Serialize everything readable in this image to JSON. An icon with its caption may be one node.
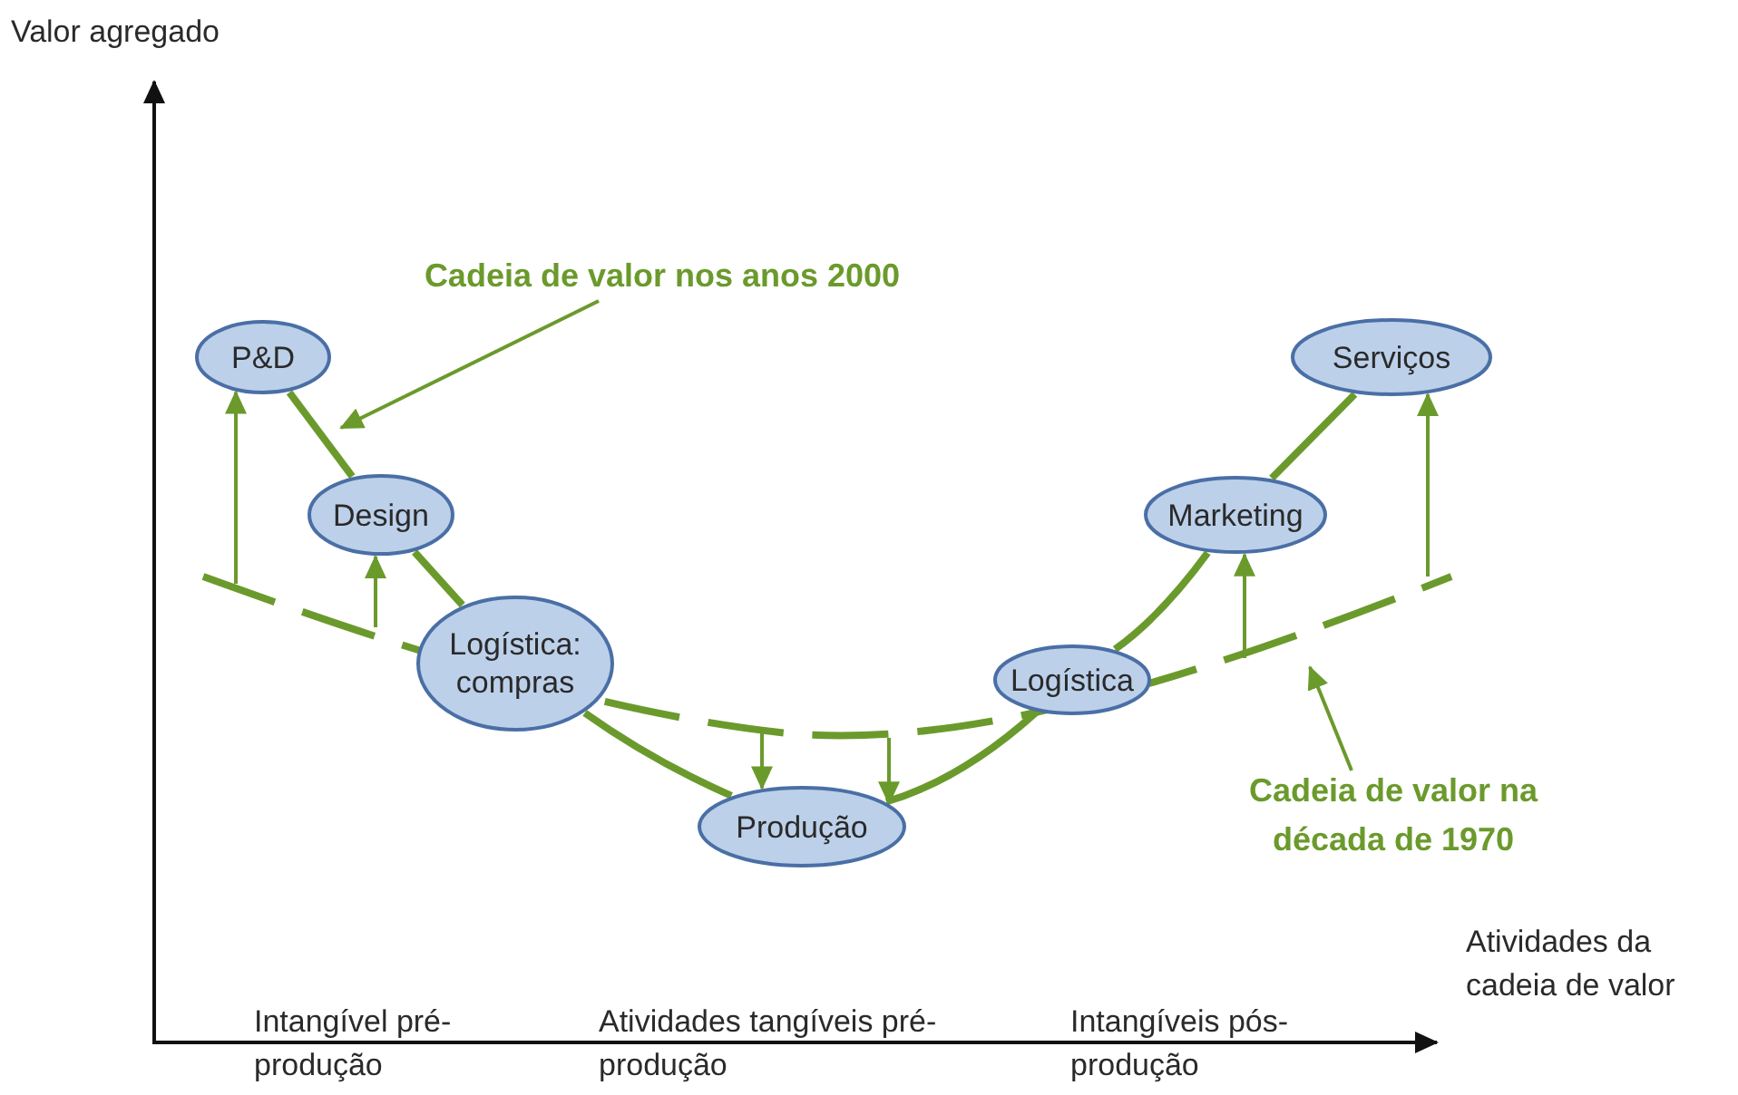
{
  "diagram": {
    "nodes": [
      {
        "text": [
          "Cadeia de valor nos anos 2000"
        ]
      },
      {
        "text": [
          "P&D"
        ]
      },
      {
        "text": [
          "Serviços"
        ]
      },
      {
        "text": [
          "Design"
        ]
      },
      {
        "text": [
          "Marketing"
        ]
      },
      {
        "text": [
          "Logística: compras"
        ]
      },
      {
        "text": [
          "Logística"
        ]
      },
      {
        "text": [
          "Cadeia de valor na década de 1970"
        ]
      },
      {
        "text": [
          "Produção"
        ]
      }
    ],
    "edges": [
      {
        "from": 1,
        "to": 3,
        "arrow": "none",
        "style": "thick"
      },
      {
        "from": 3,
        "to": 5,
        "arrow": "none",
        "style": "thick"
      },
      {
        "from": 5,
        "to": 8,
        "arrow": "none",
        "style": "thick"
      },
      {
        "from": 8,
        "to": 6,
        "arrow": "none",
        "style": "thick"
      },
      {
        "from": 6,
        "to": 4,
        "arrow": "none",
        "style": "thick"
      },
      {
        "from": 4,
        "to": 2,
        "arrow": "none",
        "style": "thick"
      },
      {
        "from": null,
        "to": 1,
        "arrow": "to"
      },
      {
        "from": null,
        "to": 3,
        "arrow": "to"
      },
      {
        "from": null,
        "to": 8,
        "arrow": "to"
      },
      {
        "from": null,
        "to": 8,
        "arrow": "to"
      },
      {
        "from": null,
        "to": 4,
        "arrow": "to"
      },
      {
        "from": null,
        "to": 2,
        "arrow": "to"
      },
      {
        "from": 0,
        "to": null,
        "arrow": "to"
      },
      {
        "from": 7,
        "to": null,
        "arrow": "to"
      }
    ],
    "labels": [
      "Valor agregado",
      "Atividades da cadeia de valor",
      "Intangível pré-produção",
      "Atividades tangíveis pré-produção",
      "Intangíveis pós-produção"
    ]
  }
}
